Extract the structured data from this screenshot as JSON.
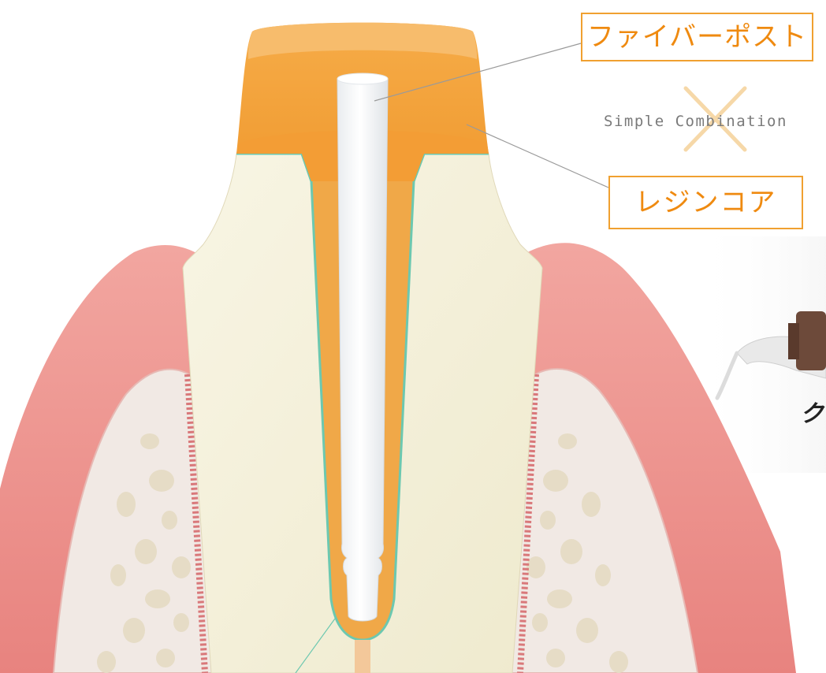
{
  "labels": {
    "fiber_post": "ファイバーポスト",
    "resin_core": "レジンコア",
    "tagline": "Simple Combination",
    "partial_product_text": "クリ"
  },
  "colors": {
    "gum": "#ea8a86",
    "gum_light": "#f5b4ae",
    "bone": "#f1e9e4",
    "bone_spots": "#e6dcc6",
    "dentin": "#f4f1da",
    "core_orange": "#f3a23c",
    "core_top": "#f7b45e",
    "bond_line": "#6cc8b0",
    "post": "#ffffff",
    "label_border": "#f0a030",
    "label_text": "#ef8a10",
    "cross_mark": "#f6d8a8"
  }
}
